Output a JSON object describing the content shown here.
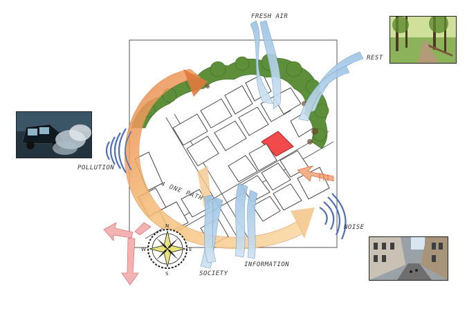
{
  "labels": {
    "fresh_air": "FRESH AIR",
    "rest": "REST",
    "pollution": "POLLUTION",
    "noise": "NOISE",
    "society": "SOCIETY",
    "information": "INFORMATION",
    "path": "4 ONE PATH 4"
  },
  "compass": {
    "n": "N",
    "s": "S",
    "e": "E",
    "w": "W"
  },
  "colors": {
    "vegetation": "#5d8f3a",
    "focus_building": "#f04a4a",
    "path_arc": "#f3b46a",
    "air_flow": "#a9c9e3",
    "pollution_waves": "#4f6fb8",
    "noise_arrow": "#e96a3c",
    "exit_arrow": "#f2a6a6"
  },
  "photos": [
    {
      "name": "photo-car-pollution",
      "subject": "car-exhaust"
    },
    {
      "name": "photo-forest-path",
      "subject": "forest-walkway"
    },
    {
      "name": "photo-street",
      "subject": "city-street"
    }
  ]
}
